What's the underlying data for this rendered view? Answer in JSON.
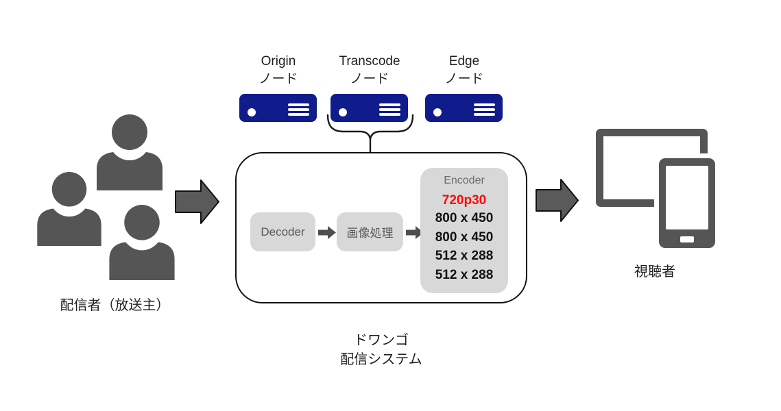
{
  "broadcaster": {
    "label": "配信者（放送主）"
  },
  "nodes": [
    {
      "name": "Origin",
      "suffix": "ノード"
    },
    {
      "name": "Transcode",
      "suffix": "ノード"
    },
    {
      "name": "Edge",
      "suffix": "ノード"
    }
  ],
  "system": {
    "title_line1": "ドワンゴ",
    "title_line2": "配信システム",
    "decoder_label": "Decoder",
    "image_processing_label": "画像処理",
    "encoder": {
      "title": "Encoder",
      "highlight": "720p30",
      "outputs": [
        "800 x 450",
        "800 x 450",
        "512 x 288",
        "512 x 288"
      ]
    }
  },
  "viewer": {
    "label": "視聴者"
  },
  "colors": {
    "node_blue": "#101c8c",
    "icon_gray": "#555555",
    "box_gray": "#d8d8d8",
    "box_text_gray": "#595959",
    "highlight_red": "#fa0a0a"
  }
}
